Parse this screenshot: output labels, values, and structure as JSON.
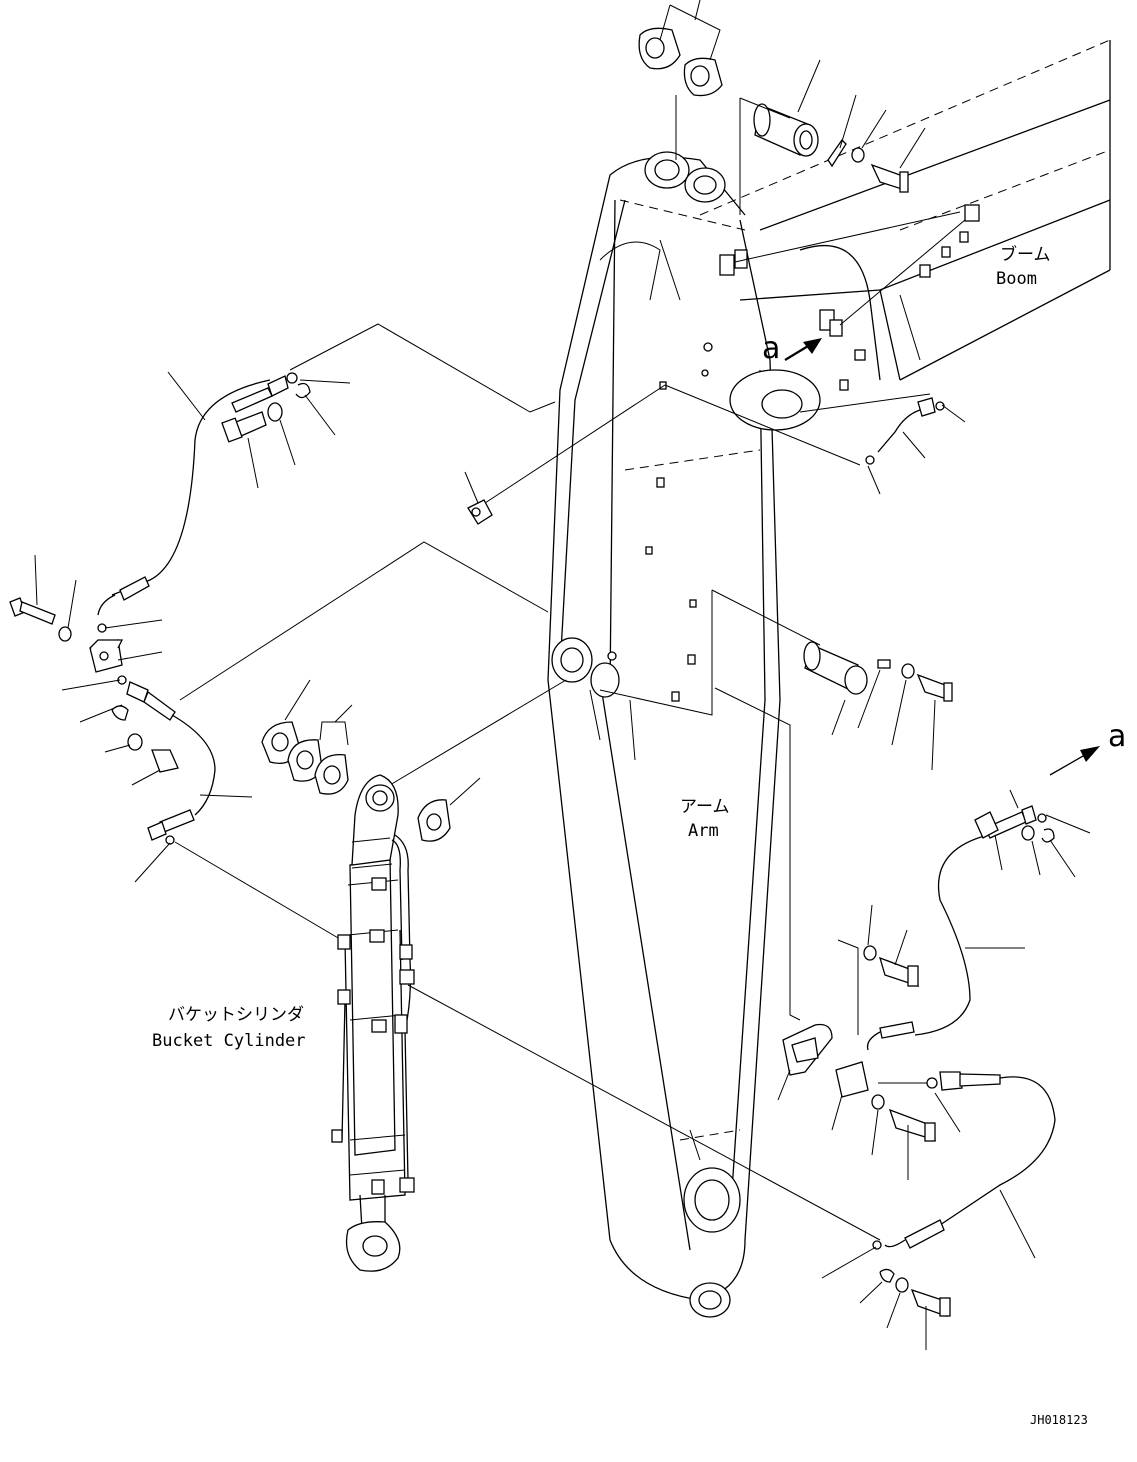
{
  "labels": {
    "boom_jp": "ブーム",
    "boom_en": "Boom",
    "arm_jp": "アーム",
    "arm_en": "Arm",
    "bucket_cylinder_jp": "バケットシリンダ",
    "bucket_cylinder_en": "Bucket Cylinder",
    "view_arrow_top": "a",
    "view_arrow_right": "a",
    "drawing_code": "JH018123"
  },
  "colors": {
    "line": "#000000",
    "background": "#ffffff"
  }
}
